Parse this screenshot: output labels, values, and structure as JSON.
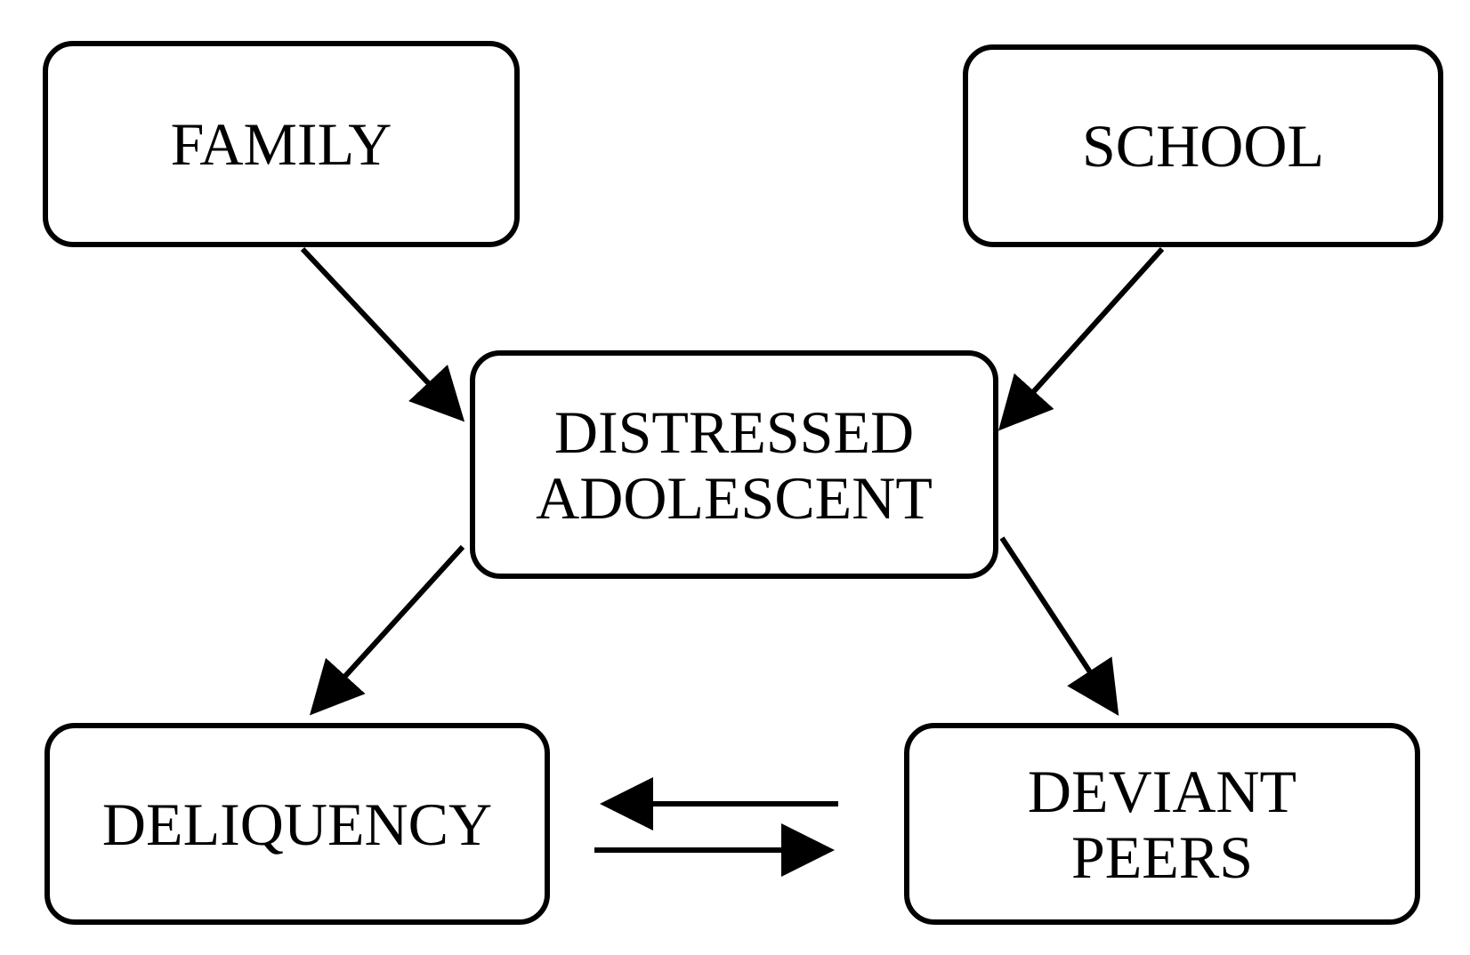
{
  "diagram": {
    "nodes": {
      "family": {
        "lines": [
          "FAMILY"
        ]
      },
      "school": {
        "lines": [
          "SCHOOL"
        ]
      },
      "center": {
        "lines": [
          "DISTRESSED",
          "ADOLESCENT"
        ]
      },
      "delinquency": {
        "lines": [
          "DELIQUENCY"
        ]
      },
      "peers": {
        "lines": [
          "DEVIANT",
          "PEERS"
        ]
      }
    },
    "edges": [
      {
        "from": "family",
        "to": "center"
      },
      {
        "from": "school",
        "to": "center"
      },
      {
        "from": "center",
        "to": "delinquency"
      },
      {
        "from": "center",
        "to": "peers"
      },
      {
        "from": "peers",
        "to": "delinquency"
      },
      {
        "from": "delinquency",
        "to": "peers"
      }
    ],
    "colors": {
      "stroke": "#000000",
      "fill": "#ffffff"
    }
  }
}
